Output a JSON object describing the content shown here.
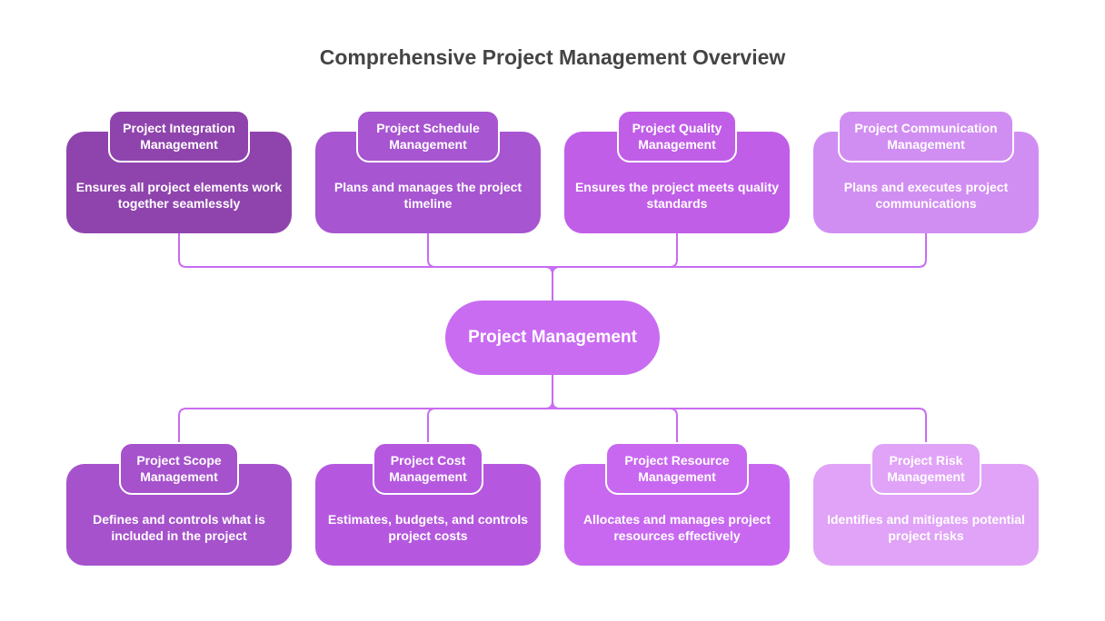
{
  "title": "Comprehensive Project Management Overview",
  "center": {
    "label": "Project Management",
    "color": "#c96cf2"
  },
  "connector_color": "#c96cf2",
  "top_cards": [
    {
      "title": "Project Integration Management",
      "description": "Ensures all project elements work together seamlessly",
      "color": "#8f44ad"
    },
    {
      "title": "Project Schedule Management",
      "description": "Plans and manages the project timeline",
      "color": "#a755d1"
    },
    {
      "title": "Project Quality Management",
      "description": "Ensures the project meets quality standards",
      "color": "#c05ee8"
    },
    {
      "title": "Project Communication Management",
      "description": "Plans and executes project communications",
      "color": "#d18ef2"
    }
  ],
  "bottom_cards": [
    {
      "title": "Project Scope Management",
      "description": "Defines and controls what is included in the project",
      "color": "#a552cc"
    },
    {
      "title": "Project Cost Management",
      "description": "Estimates, budgets, and controls project costs",
      "color": "#b558df"
    },
    {
      "title": "Project Resource Management",
      "description": "Allocates and manages project resources effectively",
      "color": "#c868f0"
    },
    {
      "title": "Project Risk Management",
      "description": "Identifies and mitigates potential project risks",
      "color": "#e0a3f7"
    }
  ]
}
